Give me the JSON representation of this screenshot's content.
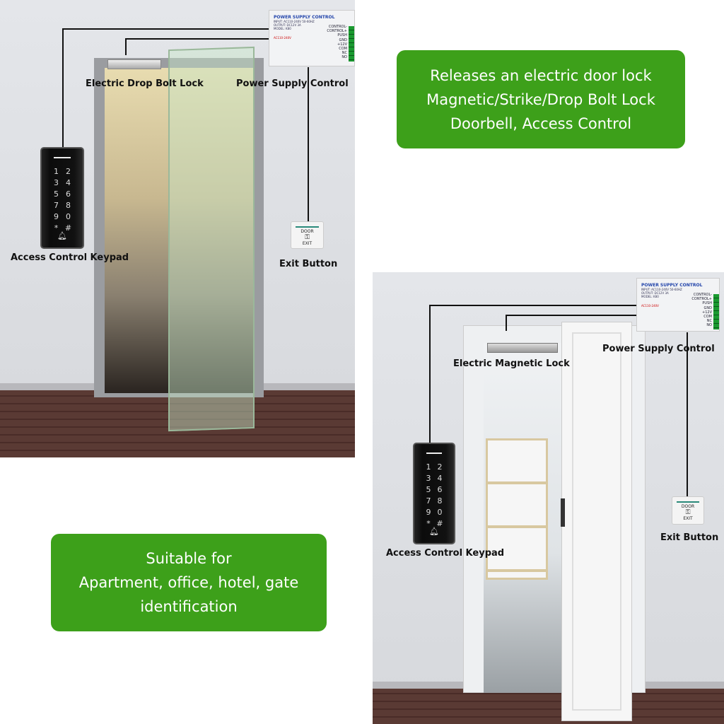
{
  "top_panel": {
    "lock_label": "Electric Drop Bolt Lock",
    "psu_label": "Power Supply Control",
    "keypad_label": "Access Control Keypad",
    "exit_label": "Exit Button"
  },
  "bottom_panel": {
    "lock_label": "Electric Magnetic Lock",
    "psu_label": "Power Supply Control",
    "keypad_label": "Access Control Keypad",
    "exit_label": "Exit Button"
  },
  "psu_device": {
    "title": "POWER SUPPLY CONTROL",
    "input": "INPUT: AC110-240V 50-60HZ",
    "output": "OUTPUT: DC12V 3A",
    "model": "MODEL: K80",
    "ac": "AC110-240V",
    "terminals": [
      "CONTROL-",
      "CONTROL+",
      "PUSH",
      "GND",
      "+12V",
      "COM",
      "NC",
      "NO"
    ]
  },
  "exit_button_device": {
    "top": "DOOR",
    "bottom": "EXIT"
  },
  "keypad_keys": [
    "1",
    "2",
    "3",
    "4",
    "5",
    "6",
    "7",
    "8",
    "9",
    "0",
    "*",
    "#"
  ],
  "feature_box": {
    "lines": [
      "Releases an electric door lock",
      "Magnetic/Strike/Drop Bolt Lock",
      "Doorbell, Access Control"
    ]
  },
  "suitable_box": {
    "lines": [
      "Suitable for",
      "Apartment, office, hotel, gate",
      "identification"
    ]
  },
  "colors": {
    "green": "#3da01a",
    "wire": "#111111"
  }
}
